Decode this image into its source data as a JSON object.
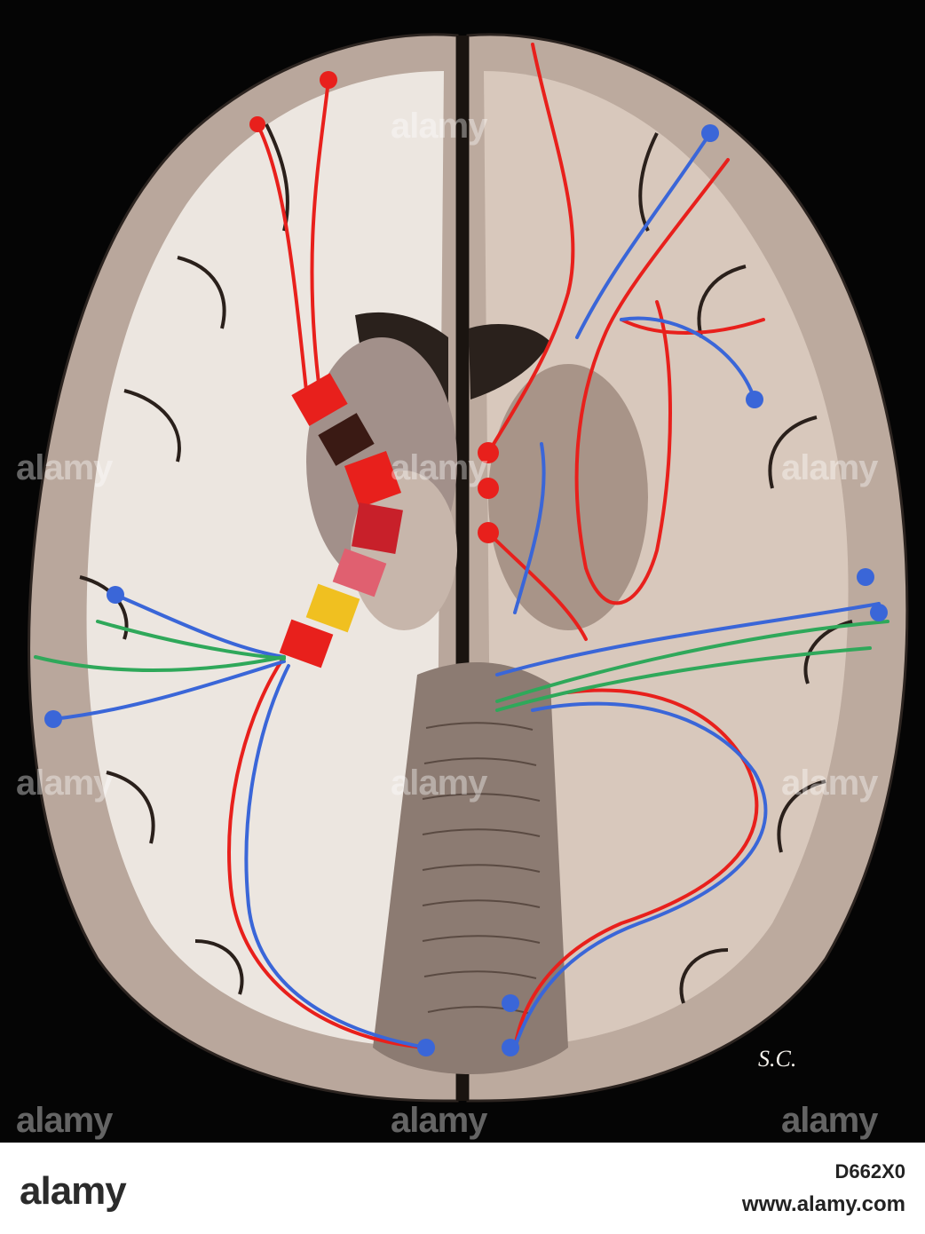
{
  "image": {
    "subject": "hand-painted anatomical wall chart of a horizontal brain section showing nerve pathways",
    "signature": "S.C."
  },
  "watermarks": [
    "alamy",
    "alamy",
    "alamy",
    "alamy",
    "alamy",
    "alamy",
    "alamy",
    "alamy",
    "alamy",
    "alamy"
  ],
  "footer": {
    "logo": "alamy",
    "image_id": "D662X0",
    "url": "www.alamy.com"
  },
  "colors": {
    "background": "#050505",
    "cortex": "#b7a49a",
    "white_matter": "#ece6e0",
    "tract_red": "#e8201c",
    "tract_blue": "#3a66d8",
    "tract_green": "#2fa85a"
  }
}
